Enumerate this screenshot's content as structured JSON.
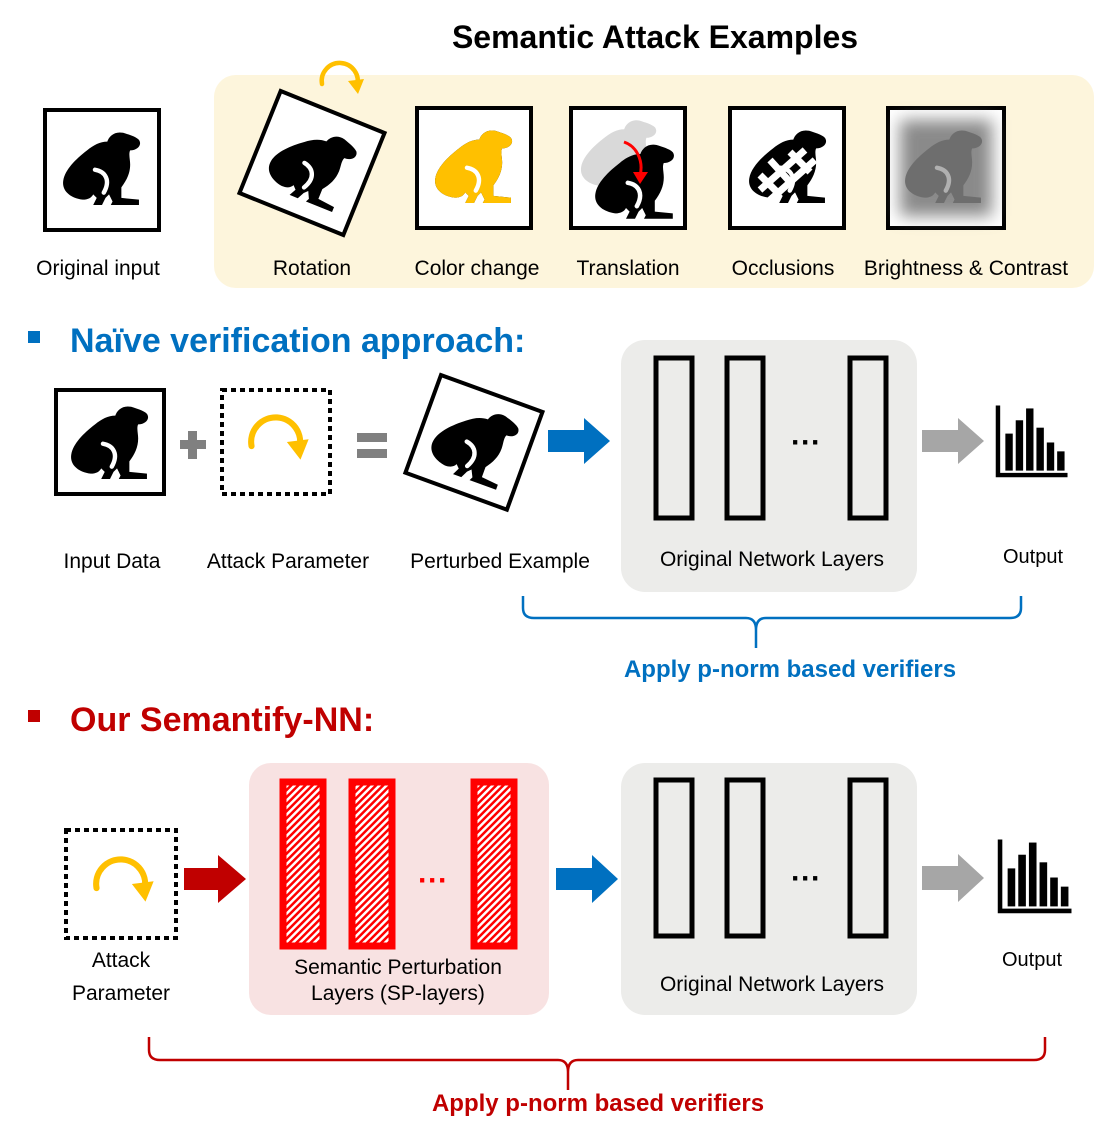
{
  "title": "Semantic Attack Examples",
  "examples": {
    "original": "Original input",
    "rotation": "Rotation",
    "color_change": "Color change",
    "translation": "Translation",
    "occlusions": "Occlusions",
    "brightness": "Brightness & Contrast"
  },
  "naive": {
    "heading": "Naïve verification approach:",
    "input_label": "Input Data",
    "param_label": "Attack Parameter",
    "perturbed_label": "Perturbed Example",
    "network_label": "Original Network Layers",
    "output_label": "Output",
    "dots": "···",
    "verifier_label": "Apply p-norm based verifiers"
  },
  "ours": {
    "heading": "Our Semantify-NN:",
    "param_label_line1": "Attack",
    "param_label_line2": "Parameter",
    "sp_label_line1": "Semantic Perturbation",
    "sp_label_line2": "Layers (SP-layers)",
    "sp_dots": "···",
    "network_label": "Original Network Layers",
    "net_dots": "···",
    "output_label": "Output",
    "verifier_label": "Apply p-norm based verifiers"
  },
  "colors": {
    "blue": "#0070c0",
    "red": "#c00000",
    "yellow": "#ffc000",
    "yellow_panel": "#fdf5dc",
    "gray_panel": "#ececea",
    "pink_panel": "#f8e2e2",
    "gray_arrow": "#a6a6a6",
    "dark_red_arrow": "#c00000",
    "sp_red": "#ff0000"
  }
}
